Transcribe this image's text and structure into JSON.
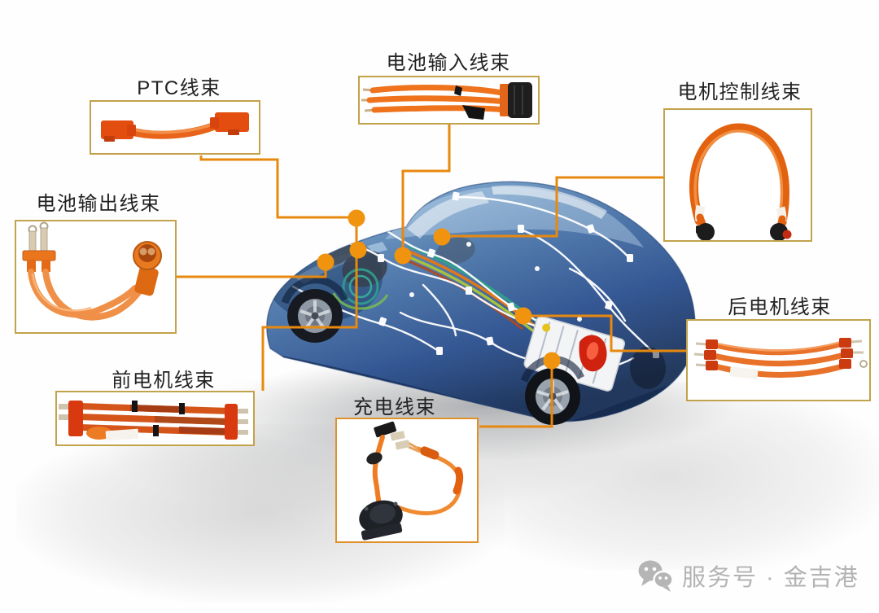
{
  "harnesses": [
    {
      "id": "ptc",
      "label": "PTC线束"
    },
    {
      "id": "battery_input",
      "label": "电池输入线束"
    },
    {
      "id": "motor_control",
      "label": "电机控制线束"
    },
    {
      "id": "battery_output",
      "label": "电池输出线束"
    },
    {
      "id": "front_motor",
      "label": "前电机线束"
    },
    {
      "id": "charging",
      "label": "充电线束"
    },
    {
      "id": "rear_motor",
      "label": "后电机线束"
    }
  ],
  "watermark": {
    "icon": "wechat-icon",
    "text": "服务号 · 金吉港"
  },
  "colors": {
    "connector_line_orange": "#e8890f",
    "connection_dot_orange": "#f0930f",
    "callout_border_tan": "#c2a24b",
    "charging_callout_border": "#e0912c",
    "label_text": "#222222",
    "watermark_gray": "#b3b3b3",
    "harness_orange": "#ee6c1d",
    "car_blue_dark": "#142c55",
    "car_blue_light": "#8fb9dd"
  }
}
